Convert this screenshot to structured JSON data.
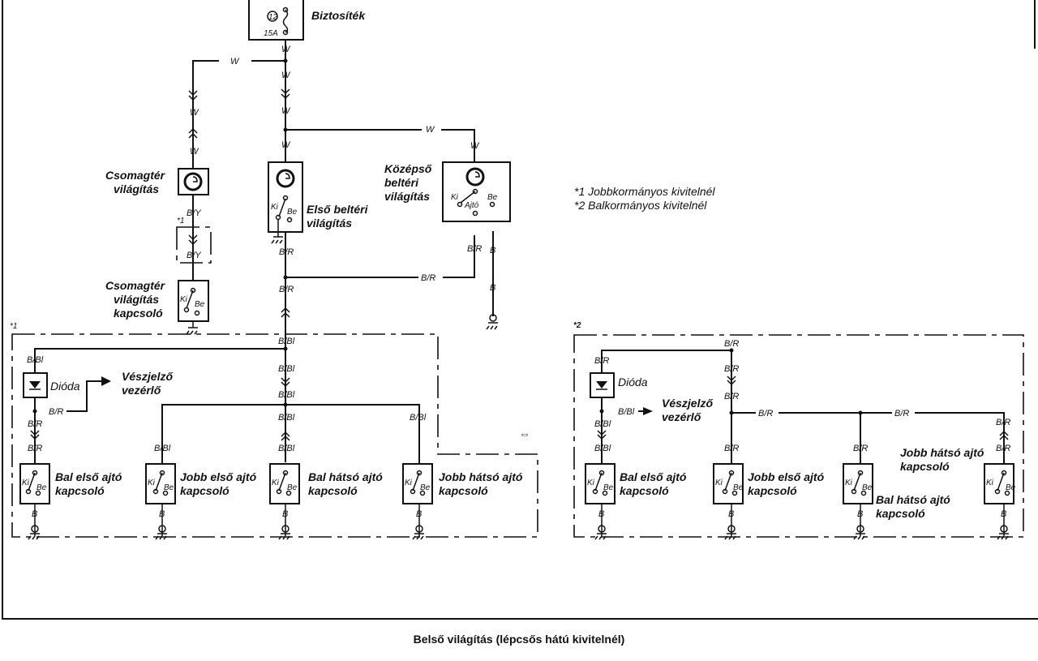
{
  "fuse": {
    "title": "Biztosíték",
    "number": "12",
    "rating": "15A"
  },
  "components": {
    "trunk_light": [
      "Csomagtér",
      "világítás"
    ],
    "trunk_switch": [
      "Csomagtér",
      "világítás",
      "kapcsoló"
    ],
    "front_light": [
      "Első beltéri",
      "világítás"
    ],
    "middle_light": [
      "Középső",
      "beltéri",
      "világítás"
    ],
    "diode": "Dióda",
    "hazard": [
      "Vészjelző",
      "vezérlő"
    ],
    "left_front_door": [
      "Bal első ajtó",
      "kapcsoló"
    ],
    "right_front_door": [
      "Jobb első ajtó",
      "kapcsoló"
    ],
    "left_rear_door": [
      "Bal hátsó ajtó",
      "kapcsoló"
    ],
    "right_rear_door": [
      "Jobb hátsó ajtó",
      "kapcsoló"
    ]
  },
  "switch_labels": {
    "off": "Ki",
    "on": "Be",
    "door": "Ajtó"
  },
  "wire_colors": {
    "W": "W",
    "BY": "B/Y",
    "BR": "B/R",
    "BBl": "B/Bl",
    "B": "B"
  },
  "notes": {
    "marker1": "*1",
    "marker2": "*2",
    "note1": "*1 Jobbkormányos kivitelnél",
    "note2": "*2 Balkormányos kivitelnél"
  },
  "caption": "Belső világítás (lépcsős hátú kivitelnél)"
}
